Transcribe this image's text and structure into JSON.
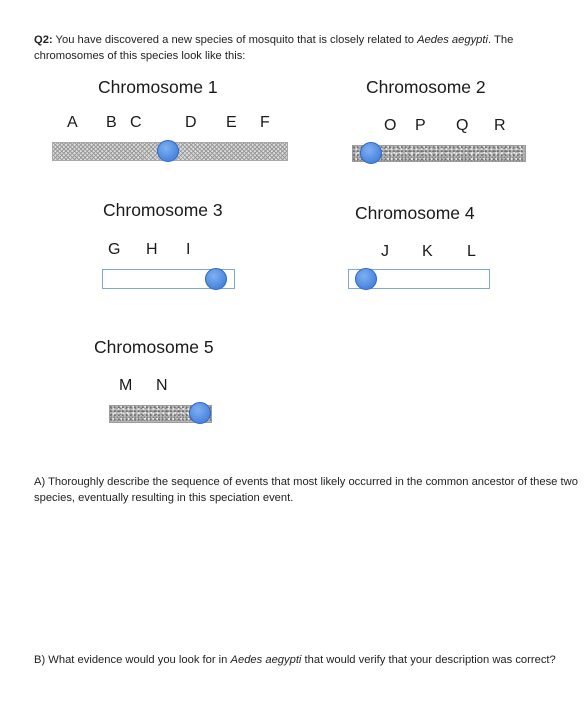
{
  "question": {
    "label": "Q2:",
    "text_before": " You have discovered a new species of mosquito that is closely related to ",
    "species": "Aedes aegypti",
    "text_after": ". The chromosomes of this species look like this:"
  },
  "chromosomes": [
    {
      "title": "Chromosome 1",
      "genes": [
        "A",
        "B",
        "C",
        "D",
        "E",
        "F"
      ],
      "pattern": "hatched"
    },
    {
      "title": "Chromosome 2",
      "genes": [
        "O",
        "P",
        "Q",
        "R"
      ],
      "pattern": "granite"
    },
    {
      "title": "Chromosome 3",
      "genes": [
        "G",
        "H",
        "I"
      ],
      "pattern": "plain"
    },
    {
      "title": "Chromosome 4",
      "genes": [
        "J",
        "K",
        "L"
      ],
      "pattern": "plain"
    },
    {
      "title": "Chromosome 5",
      "genes": [
        "M",
        "N"
      ],
      "pattern": "granite"
    }
  ],
  "part_a": "A) Thoroughly describe the sequence of events that most likely occurred in the common ancestor of these two species, eventually resulting in this speciation event.",
  "part_b": {
    "text_before": "B) What evidence would you look for in ",
    "species": "Aedes aegypti",
    "text_after": " that would verify that your description was correct?"
  }
}
